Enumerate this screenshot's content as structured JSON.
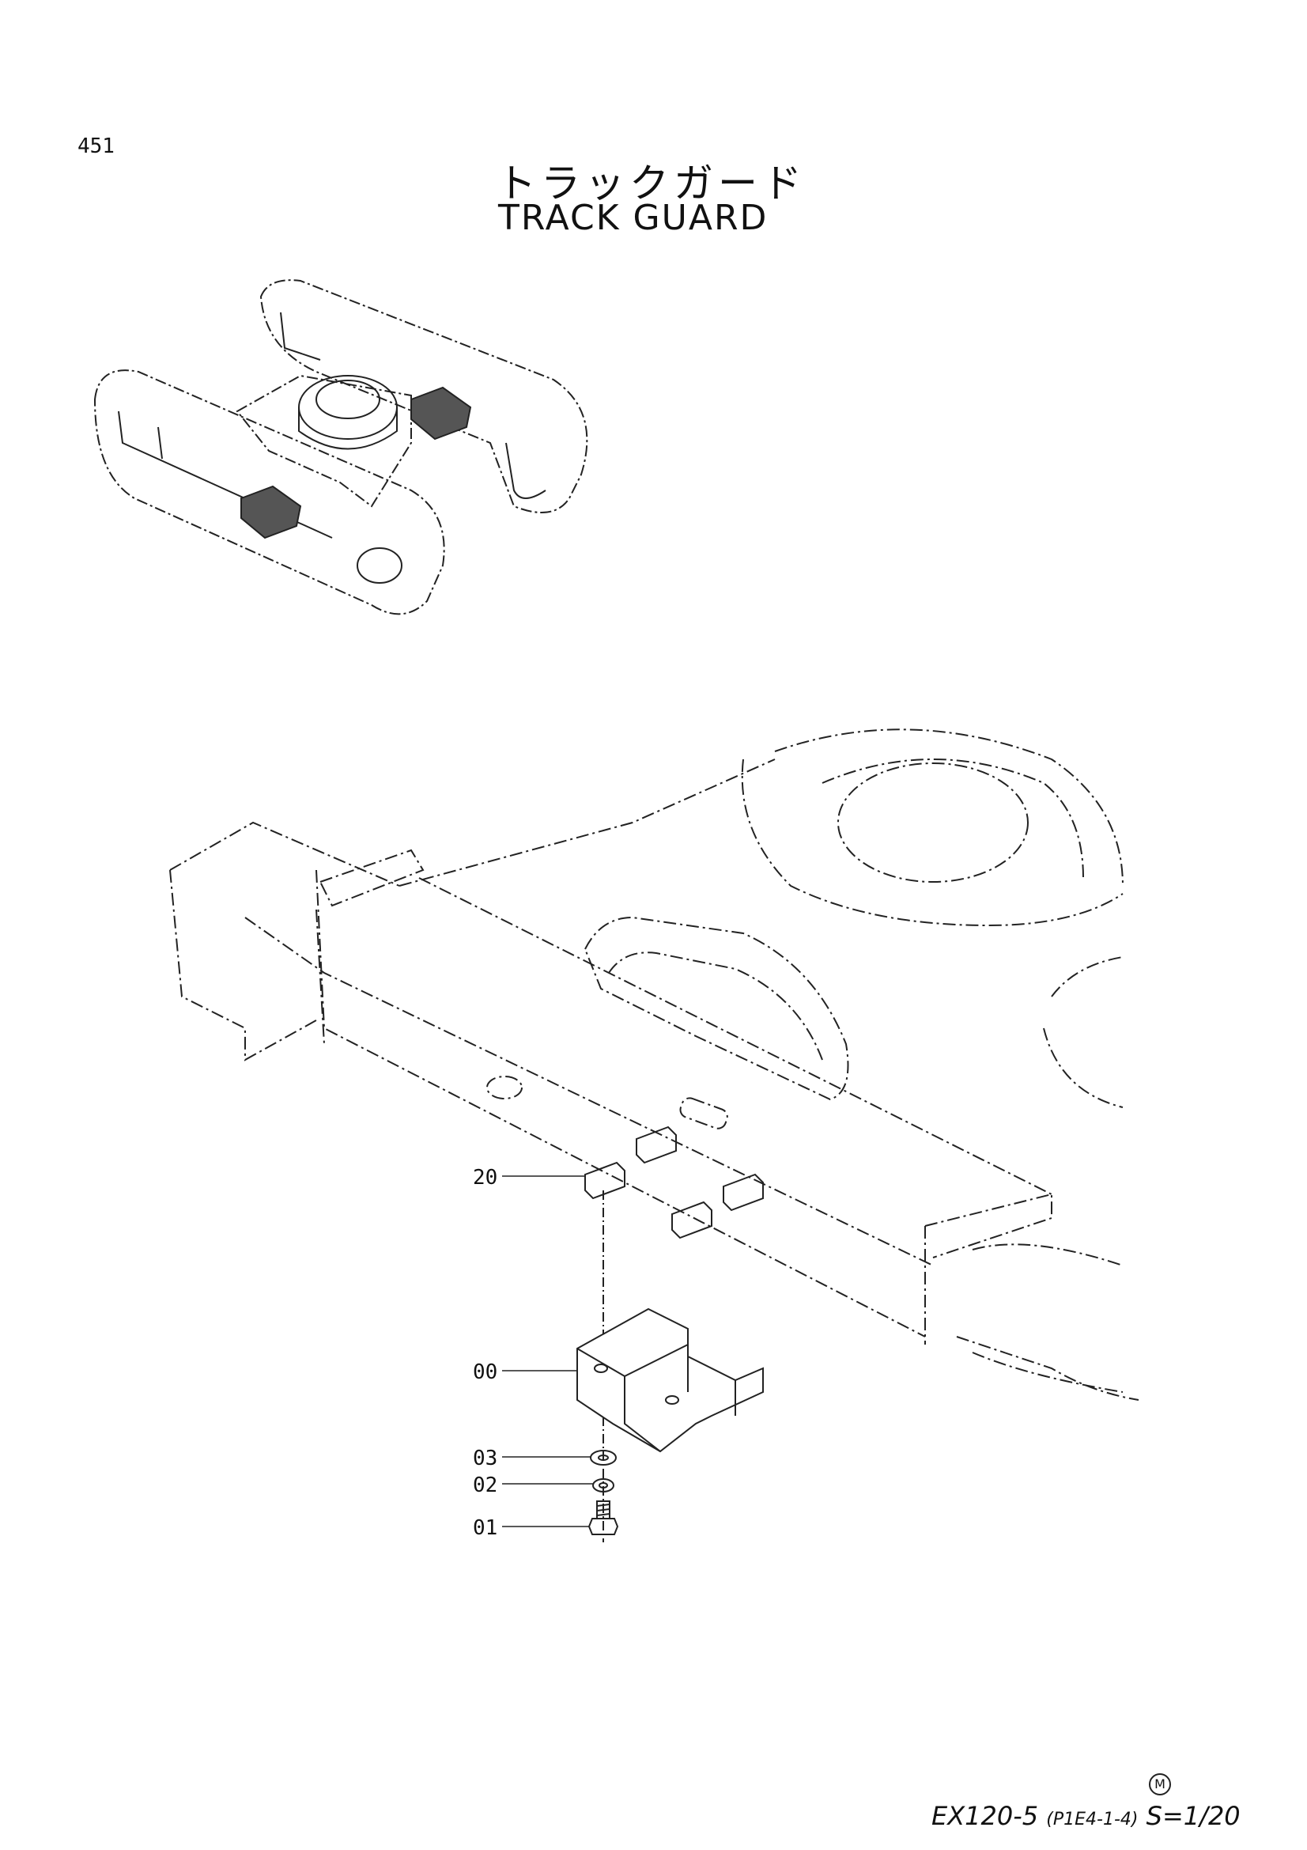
{
  "page_number": "451",
  "title_jp": "トラックガード",
  "title_en": "TRACK GUARD",
  "callouts": [
    {
      "label": "20"
    },
    {
      "label": "00"
    },
    {
      "label": "03"
    },
    {
      "label": "02"
    },
    {
      "label": "01"
    }
  ],
  "footer": {
    "model": "EX120-5",
    "code": "(P1E4-1-4)",
    "scale": "S=1/20",
    "mark": "M"
  }
}
